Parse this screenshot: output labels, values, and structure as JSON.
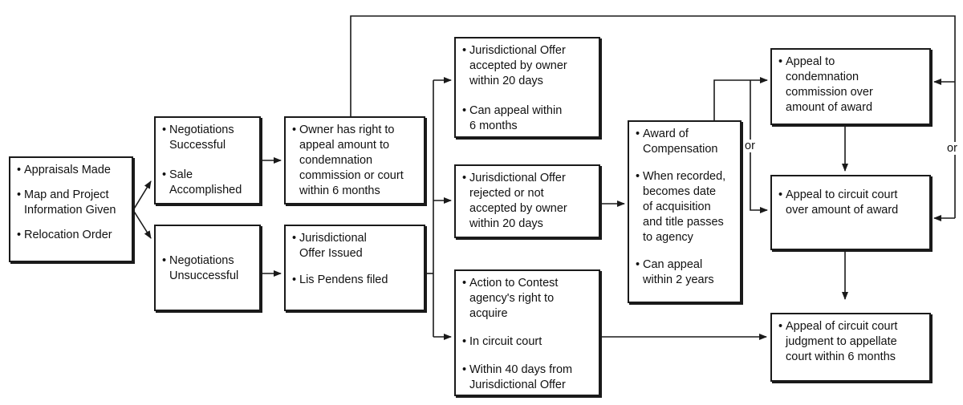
{
  "boxes": {
    "appraisals": {
      "items": [
        "Appraisals Made",
        "Map and Project\nInformation Given",
        "Relocation Order"
      ]
    },
    "neg_success": {
      "items": [
        "Negotiations\nSuccessful",
        "Sale\nAccomplished"
      ]
    },
    "neg_unsuccess": {
      "items": [
        "Negotiations\nUnsuccessful"
      ]
    },
    "owner_right": {
      "items": [
        "Owner has right to\nappeal amount to\ncondemnation\ncommission or court\nwithin 6 months"
      ]
    },
    "juris_issued": {
      "items": [
        "Jurisdictional\nOffer Issued",
        "Lis Pendens filed"
      ]
    },
    "juris_accepted": {
      "items": [
        "Jurisdictional Offer\naccepted by owner\nwithin 20 days",
        "Can appeal within\n6 months"
      ]
    },
    "juris_rejected": {
      "items": [
        "Jurisdictional Offer\nrejected or not\naccepted by owner\nwithin 20 days"
      ]
    },
    "action_contest": {
      "items": [
        "Action to Contest\nagency's right to\nacquire",
        "In circuit court",
        "Within 40 days from\nJurisdictional Offer"
      ]
    },
    "award": {
      "items": [
        "Award of\nCompensation",
        "When recorded,\nbecomes date\nof acquisition\nand title passes\nto agency",
        "Can appeal\nwithin 2 years"
      ]
    },
    "appeal_condemn": {
      "items": [
        "Appeal to\ncondemnation\ncommission over\namount of award"
      ]
    },
    "appeal_circuit": {
      "items": [
        "Appeal to circuit court\nover amount of award"
      ]
    },
    "appeal_appellate": {
      "items": [
        "Appeal of circuit court\njudgment to appellate\ncourt within 6 months"
      ]
    }
  },
  "bullet_char": "•",
  "or_label": "or"
}
